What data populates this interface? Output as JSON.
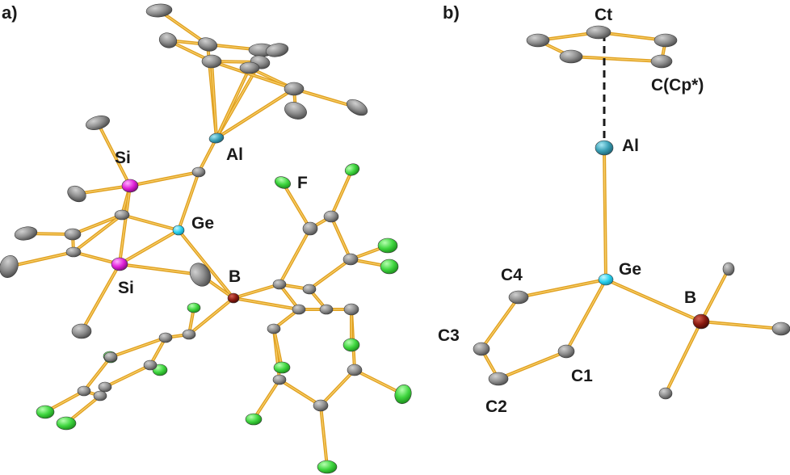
{
  "panels": {
    "a": "a)",
    "b": "b)"
  },
  "atom_labels_a": {
    "al": "Al",
    "si_top": "Si",
    "ge": "Ge",
    "si_bottom": "Si",
    "f": "F",
    "b": "B"
  },
  "atom_labels_b": {
    "ct": "Ct",
    "ccp": "C(Cp*)",
    "al": "Al",
    "ge": "Ge",
    "b": "B",
    "c1": "C1",
    "c2": "C2",
    "c3": "C3",
    "c4": "C4"
  },
  "colors": {
    "bond": "#e0a020",
    "carbon": "#8a8a8a",
    "aluminium": "#3a9fb5",
    "germanium": "#29d2f0",
    "silicon": "#e020d8",
    "boron": "#8b1a10",
    "fluorine": "#3fd63f"
  }
}
